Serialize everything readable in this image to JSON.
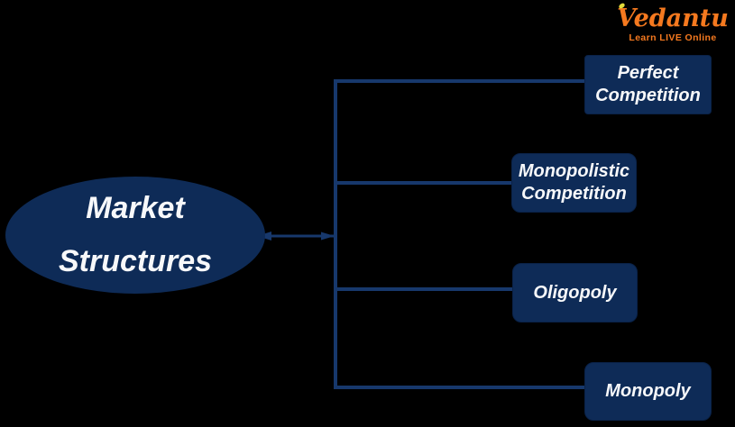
{
  "background": "#000000",
  "logo": {
    "brand": "Vedantu",
    "tagline": "Learn LIVE Online",
    "brand_color": "#F5791F",
    "accent_color": "#E3DC3A"
  },
  "diagram": {
    "root_label": "Market Structures",
    "nodes": [
      {
        "label": "Perfect Competition"
      },
      {
        "label": "Monopolistic Competition"
      },
      {
        "label": "Oligopoly"
      },
      {
        "label": "Monopoly"
      }
    ],
    "colors": {
      "node_fill": "#0E2B57",
      "connector": "#17386C",
      "label_text": "#F7F8FA",
      "background": "#000000"
    }
  }
}
